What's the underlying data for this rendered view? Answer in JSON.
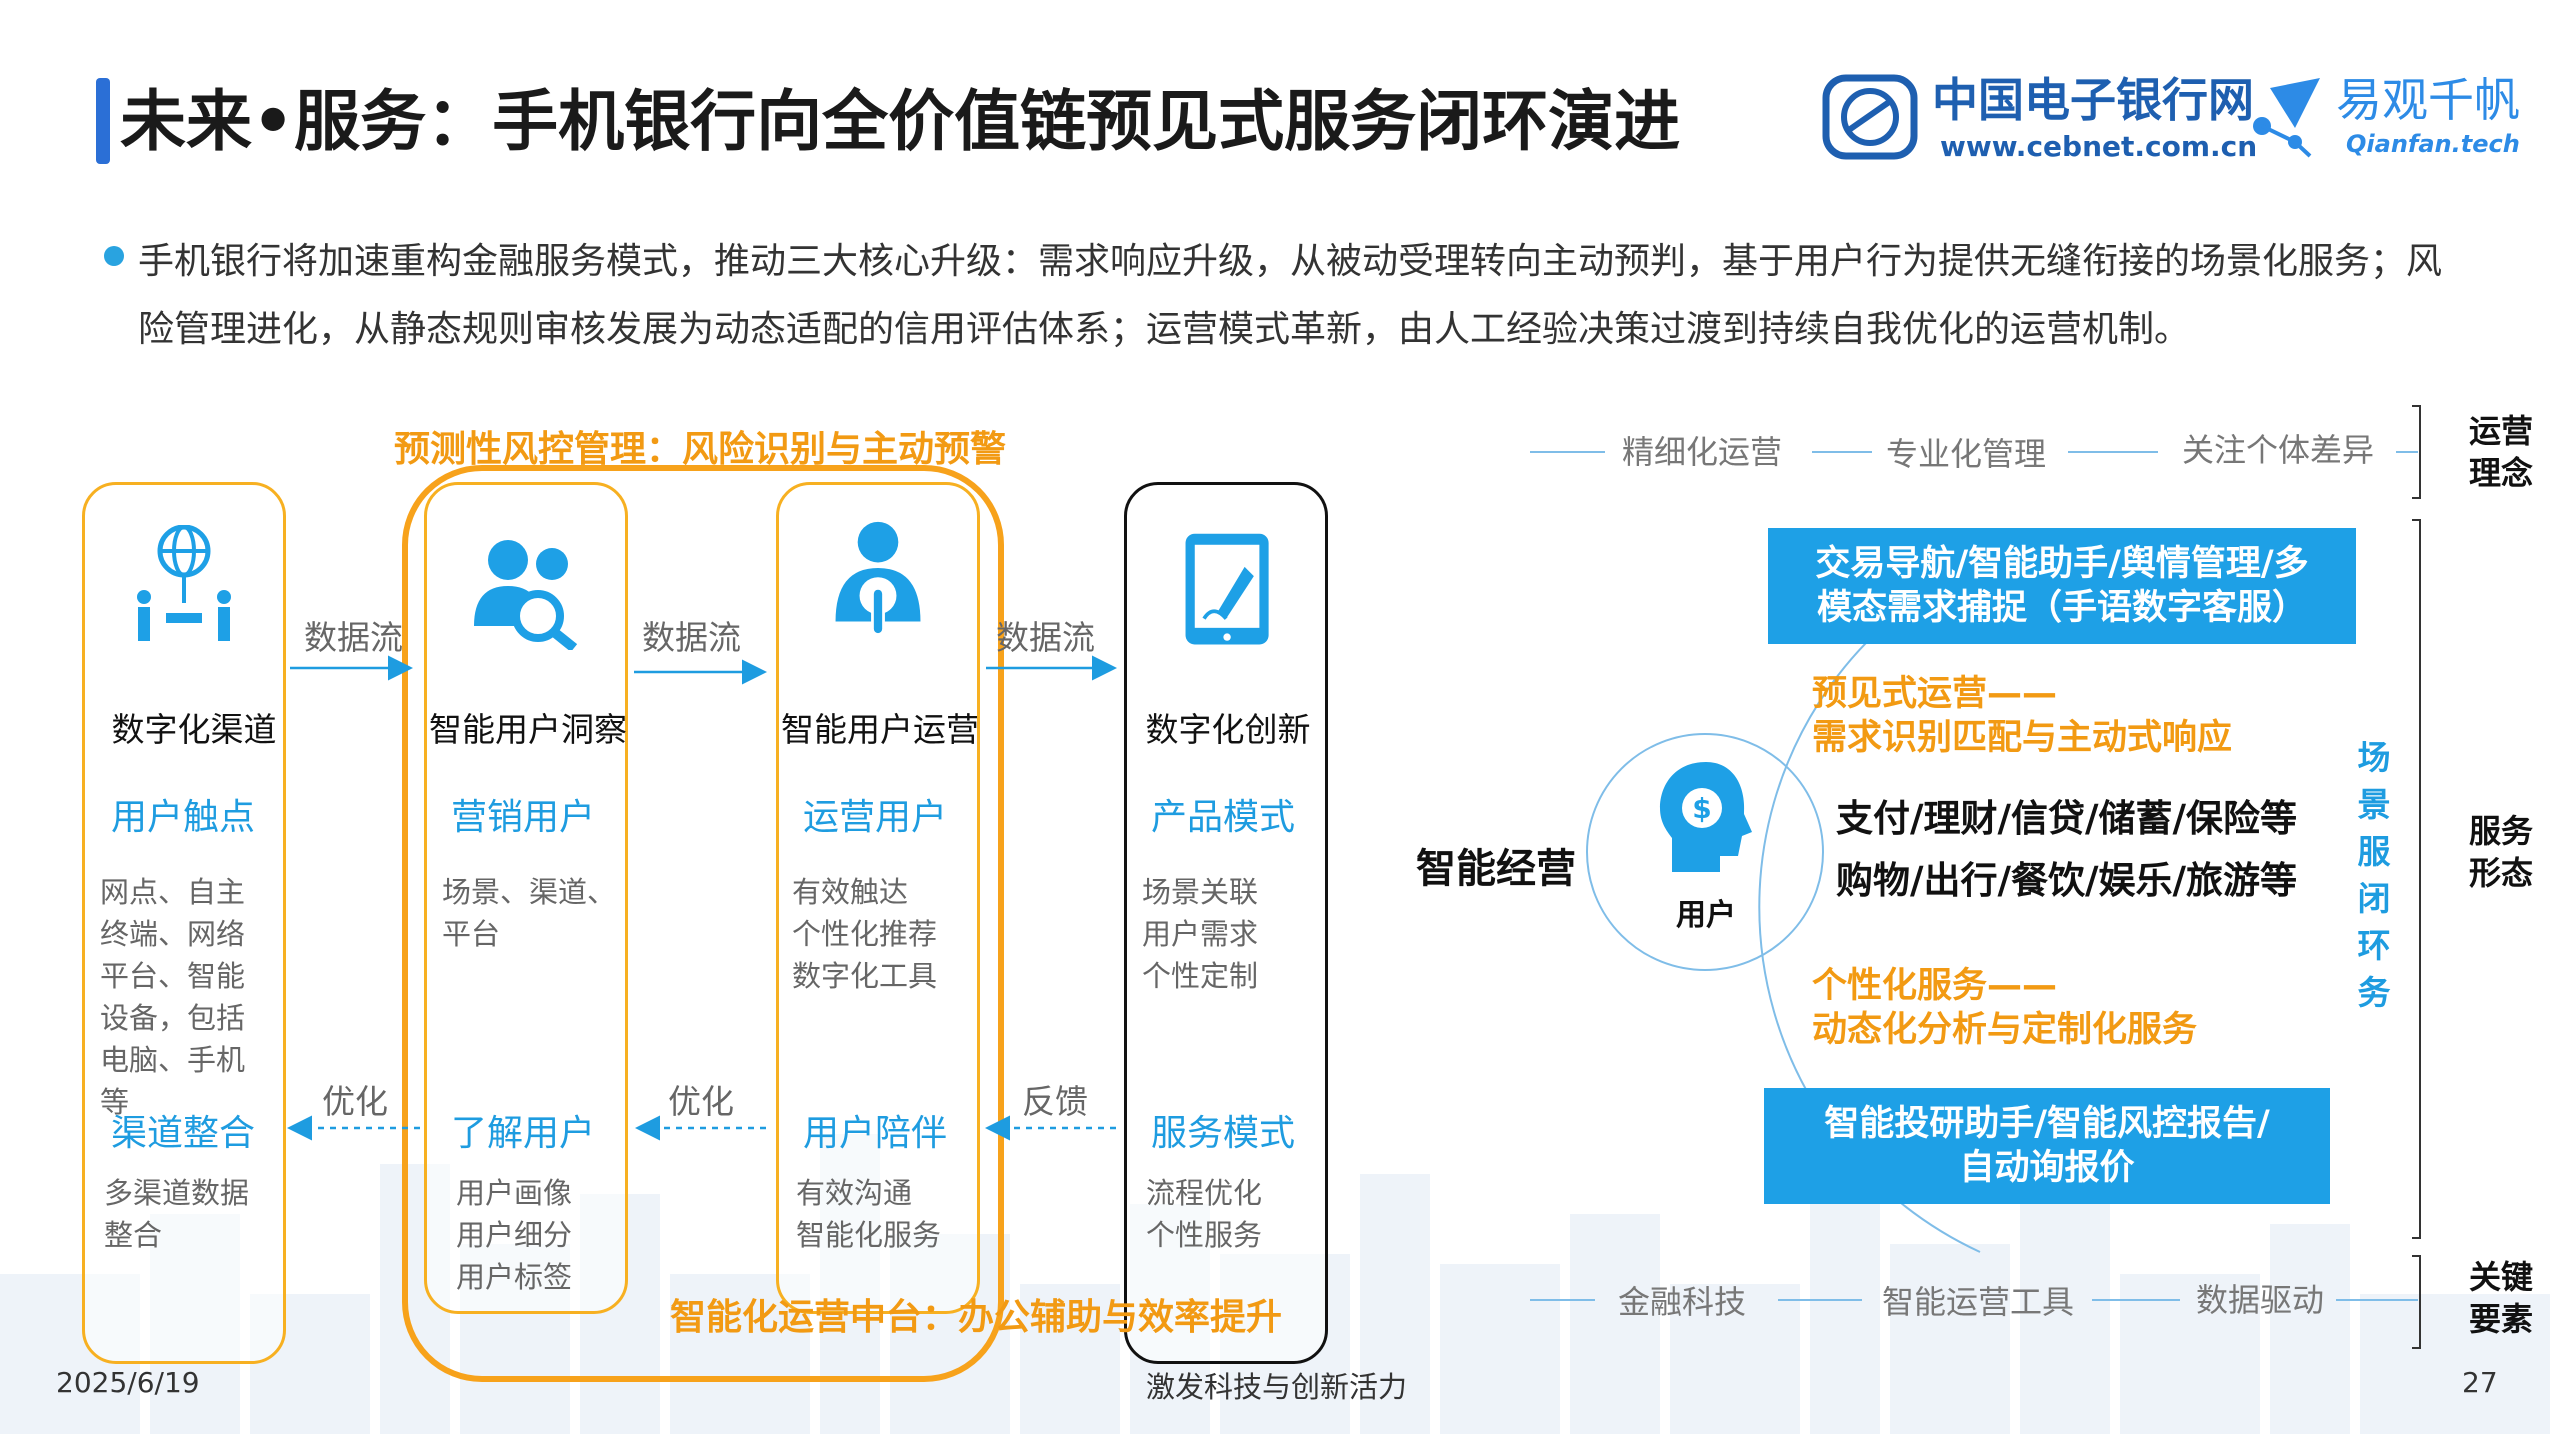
{
  "header": {
    "title": "未来•服务：手机银行向全价值链预见式服务闭环演进",
    "cebnet": {
      "name": "中国电子银行网",
      "url": "www.cebnet.com.cn"
    },
    "qianfan": {
      "name": "易观千帆",
      "url": "Qianfan.tech"
    }
  },
  "intro": {
    "text": "手机银行将加速重构金融服务模式，推动三大核心升级：需求响应升级，从被动受理转向主动预判，基于用户行为提供无缝衔接的场景化服务；风险管理进化，从静态规则审核发展为动态适配的信用评估体系；运营模式革新，由人工经验决策过渡到持续自我优化的运营机制。"
  },
  "left_flow": {
    "top_banner": "预测性风控管理：风险识别与主动预警",
    "bottom_banner": "智能化运营中台：办公辅助与效率提升",
    "columns": [
      {
        "title": "数字化渠道",
        "top_label": "用户触点",
        "top_text": [
          "网点、自主",
          "终端、网络",
          "平台、智能",
          "设备，包括",
          "电脑、手机",
          "等"
        ],
        "bottom_label": "渠道整合",
        "bottom_text": [
          "多渠道数据",
          "整合"
        ]
      },
      {
        "title": "智能用户洞察",
        "top_label": "营销用户",
        "top_text": [
          "场景、渠道、",
          "平台"
        ],
        "bottom_label": "了解用户",
        "bottom_text": [
          "用户画像",
          "用户细分",
          "用户标签"
        ]
      },
      {
        "title": "智能用户运营",
        "top_label": "运营用户",
        "top_text": [
          "有效触达",
          "个性化推荐",
          "数字化工具"
        ],
        "bottom_label": "用户陪伴",
        "bottom_text": [
          "有效沟通",
          "智能化服务"
        ]
      },
      {
        "title": "数字化创新",
        "top_label": "产品模式",
        "top_text": [
          "场景关联",
          "用户需求",
          "个性定制"
        ],
        "bottom_label": "服务模式",
        "bottom_text": [
          "流程优化",
          "个性服务"
        ]
      }
    ],
    "forward_labels": [
      "数据流",
      "数据流",
      "数据流"
    ],
    "backward_labels": [
      "优化",
      "优化",
      "反馈"
    ],
    "caption": "激发科技与创新活力"
  },
  "right_panel": {
    "top_line": [
      "精细化运营",
      "专业化管理",
      "关注个体差异"
    ],
    "bottom_line": [
      "金融科技",
      "智能运营工具",
      "数据驱动"
    ],
    "side_labels": {
      "top": [
        "运营",
        "理念"
      ],
      "middle": [
        "服务",
        "形态"
      ],
      "bottom": [
        "关键",
        "要素"
      ]
    },
    "box_top": [
      "交易导航/智能助手/舆情管理/多",
      "模态需求捕捉（手语数字客服）"
    ],
    "orange1": [
      "预见式运营——",
      "需求识别匹配与主动式响应"
    ],
    "services": [
      "支付/理财/信贷/储蓄/保险等",
      "购物/出行/餐饮/娱乐/旅游等"
    ],
    "orange2": [
      "个性化服务——",
      "动态化分析与定制化服务"
    ],
    "box_bottom": [
      "智能投研助手/智能风控报告/",
      "自动询报价"
    ],
    "center_label": "智能经营",
    "user_label": "用户",
    "vertical": [
      "场",
      "景",
      "服",
      "闭",
      "环",
      "务"
    ]
  },
  "footer": {
    "date": "2025/6/19",
    "page": "27"
  },
  "colors": {
    "accent_blue": "#1ea0e6",
    "accent_orange": "#f29a13",
    "frame_orange": "#f7b021"
  }
}
